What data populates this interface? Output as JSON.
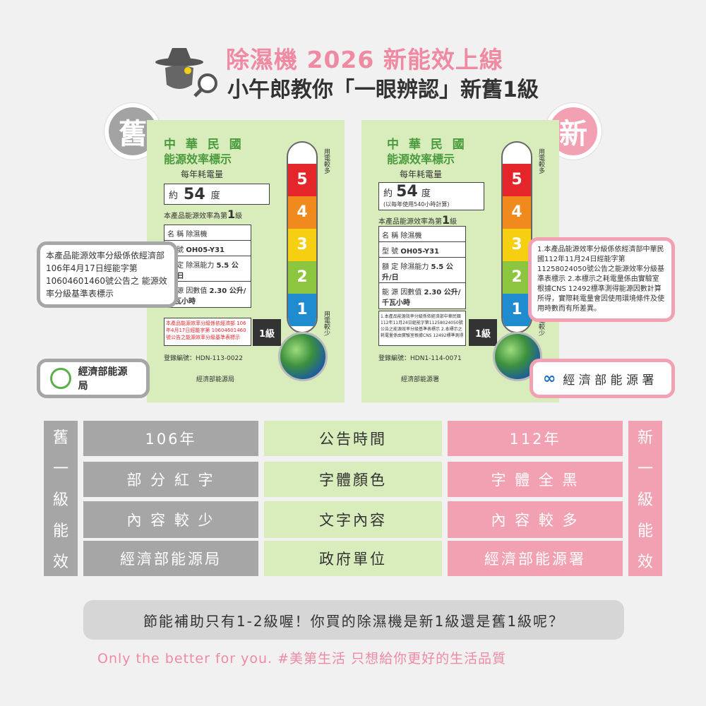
{
  "header": {
    "title": "除濕機 2026 新能效上線",
    "subtitle": "小午郎教你「一眼辨認」新舊1級"
  },
  "badges": {
    "old": "舊",
    "new": "新"
  },
  "old_label": {
    "hdr1": "中 華 民 國",
    "hdr2": "能源效率標示",
    "annual": "每年耗電量",
    "approx": "約",
    "kwh": "54",
    "unit": "度",
    "grade_text": "本產品能源效率為第",
    "grade": "1",
    "grade_unit": "級",
    "rows": [
      [
        "名 稱",
        "除濕機"
      ],
      [
        "型 號",
        "OH05-Y31"
      ],
      [
        "額 定 除濕能力",
        "5.5 公升/日"
      ],
      [
        "能 源 因數值",
        "2.30 公升/千瓦小時"
      ]
    ],
    "note": "本產品能源效率分級係依經濟部 106年4月17日經能字第 10604601460號公告之能源效率分級基準表標示",
    "reg": "登錄編號：HDN-113-0022",
    "agency": "經濟部能源局",
    "scale_top": "用電較多",
    "scale_bot": "用電較少"
  },
  "new_label": {
    "hdr1": "中 華 民 國",
    "hdr2": "能源效率標示",
    "annual": "每年耗電量",
    "approx": "約",
    "kwh": "54",
    "unit": "度",
    "sub": "(以每年使用540小時計算)",
    "grade_text": "本產品能源效率為第",
    "grade": "1",
    "grade_unit": "級",
    "rows": [
      [
        "名 稱",
        "除濕機"
      ],
      [
        "型 號",
        "OH05-Y31"
      ],
      [
        "額 定 除濕能力",
        "5.5 公升/日"
      ],
      [
        "能 源 因數值",
        "2.30 公升/千瓦小時"
      ]
    ],
    "note": "1.本產品能源效率分級係依經濟部中華民國112年11月24日經能字第11258024050號公告之能源效率分級基準表標示 2.本標示之耗電量係由實驗室根據CNS 12492標準測得",
    "reg": "登錄編號：HDN1-114-0071",
    "agency": "經濟部能源署",
    "scale_top": "用電較多",
    "scale_bot": "用電較少"
  },
  "thermo_levels": [
    "5",
    "4",
    "3",
    "2",
    "1"
  ],
  "thermo_colors": [
    "#e4262b",
    "#f08a1d",
    "#f6cf13",
    "#8cc63f",
    "#1e8ccf"
  ],
  "arrow_label": "1級",
  "callout_old": "本產品能源效率分級係依經濟部 106年4月17日經能字第 10604601460號公告之 能源效率分級基準表標示",
  "callout_new": "1.本產品能源效率分級係依經濟部中華民國112年11月24日經能字第11258024050號公告之能源效率分級基準表標示 2.本標示之耗電量係由實驗室根據CNS 12492標準測得能源因數計算所得，實際耗電量會因使用環境條件及使用時數而有所差異。",
  "agency_old": "經濟部能源局",
  "agency_new": "經 濟 部 能 源 署",
  "table": {
    "side_old": [
      "舊",
      "一",
      "級",
      "能",
      "效"
    ],
    "side_new": [
      "新",
      "一",
      "級",
      "能",
      "效"
    ],
    "rows": [
      {
        "old": "106年",
        "label": "公告時間",
        "new": "112年"
      },
      {
        "old": "部 分 紅 字",
        "label": "字體顏色",
        "new": "字 體 全 黑"
      },
      {
        "old": "內 容 較 少",
        "label": "文字內容",
        "new": "內 容 較 多"
      },
      {
        "old": "經濟部能源局",
        "label": "政府單位",
        "new": "經濟部能源署"
      }
    ]
  },
  "bottom_text": "節能補助只有1-2級喔！你買的除濕機是新1級還是舊1級呢？",
  "footer": "Only the better for you.  #美第生活  只想給你更好的生活品質"
}
